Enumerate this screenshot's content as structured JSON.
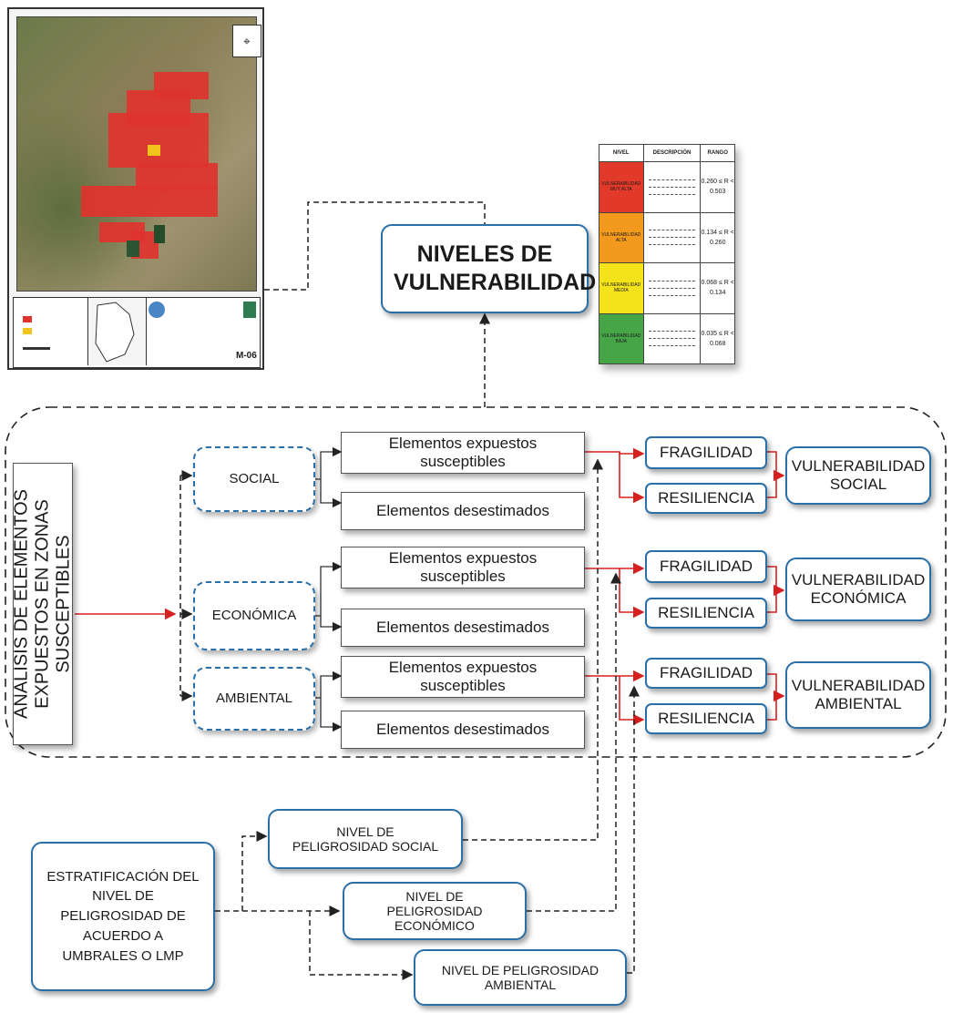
{
  "map": {
    "sheet_code": "M-06",
    "north_symbol": "⌖"
  },
  "niveles_title": "NIVELES DE VULNERABILIDAD",
  "vuln_table": {
    "headers": [
      "NIVEL",
      "DESCRIPCIÓN",
      "RANGO"
    ],
    "rows": [
      {
        "nivel": "VULNERABILIDAD MUY ALTA",
        "color": "#e23a2a",
        "rango": "0.260 ≤ R < 0.503"
      },
      {
        "nivel": "VULNERABILIDAD ALTA",
        "color": "#f39a1e",
        "rango": "0.134 ≤ R < 0.260"
      },
      {
        "nivel": "VULNERABILIDAD MEDIA",
        "color": "#f4e21a",
        "rango": "0.068 ≤ R < 0.134"
      },
      {
        "nivel": "VULNERABILIDAD BAJA",
        "color": "#46a547",
        "rango": "0.035 ≤ R < 0.068"
      }
    ]
  },
  "analysis_title": "ANALISIS DE ELEMENTOS\nEXPUESTOS EN ZONAS\nSUSCEPTIBLES",
  "dimensions": [
    {
      "label": "SOCIAL",
      "expuestos": "Elementos expuestos susceptibles",
      "desestimados": "Elementos desestimados",
      "fragilidad": "FRAGILIDAD",
      "resiliencia": "RESILIENCIA",
      "vulnerabilidad": "VULNERABILIDAD SOCIAL"
    },
    {
      "label": "ECONÓMICA",
      "expuestos": "Elementos expuestos susceptibles",
      "desestimados": "Elementos desestimados",
      "fragilidad": "FRAGILIDAD",
      "resiliencia": "RESILIENCIA",
      "vulnerabilidad": "VULNERABILIDAD ECONÓMICA"
    },
    {
      "label": "AMBIENTAL",
      "expuestos": "Elementos expuestos susceptibles",
      "desestimados": "Elementos desestimados",
      "fragilidad": "FRAGILIDAD",
      "resiliencia": "RESILIENCIA",
      "vulnerabilidad": "VULNERABILIDAD AMBIENTAL"
    }
  ],
  "estratificacion": "ESTRATIFICACIÓN DEL NIVEL DE PELIGROSIDAD DE ACUERDO A UMBRALES O LMP",
  "peligrosidad": [
    {
      "label": "NIVEL DE PELIGROSIDAD SOCIAL"
    },
    {
      "label": "NIVEL DE PELIGROSIDAD ECONÓMICO"
    },
    {
      "label": "NIVEL DE PELIGROSIDAD AMBIENTAL"
    }
  ]
}
